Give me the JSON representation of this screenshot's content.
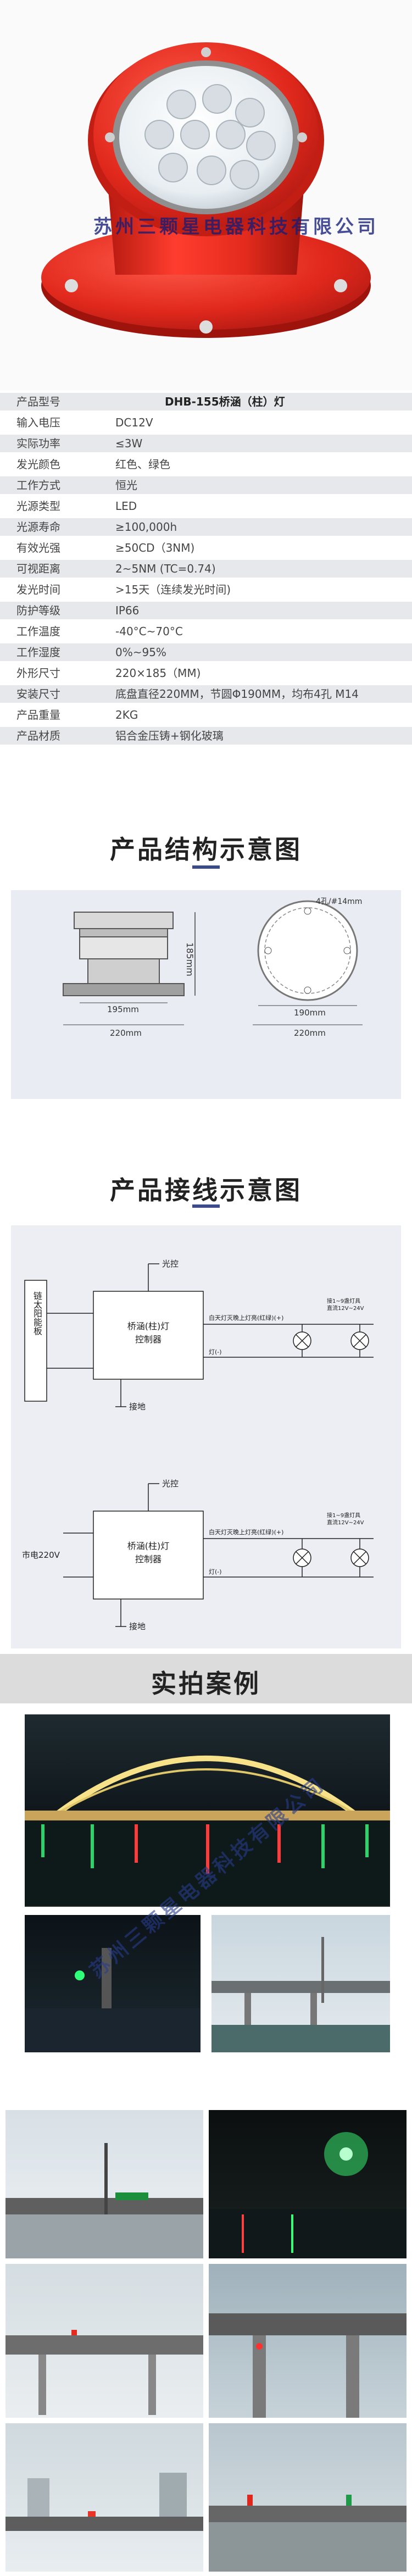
{
  "brand": {
    "watermark": "苏州三颗星电器科技有限公司",
    "watermark_photo": "苏州三颗星电器科技有限公司"
  },
  "specs": {
    "header": {
      "label": "产品型号",
      "value": "DHB-155桥涵（柱）灯"
    },
    "rows": [
      {
        "label": "输入电压",
        "value": "DC12V"
      },
      {
        "label": "实际功率",
        "value": "≤3W"
      },
      {
        "label": "发光颜色",
        "value": "红色、绿色"
      },
      {
        "label": "工作方式",
        "value": "恒光"
      },
      {
        "label": "光源类型",
        "value": "LED"
      },
      {
        "label": "光源寿命",
        "value": "≥100,000h"
      },
      {
        "label": "有效光强",
        "value": "≥50CD（3NM)"
      },
      {
        "label": "可视距离",
        "value": "2~5NM (TC=0.74)"
      },
      {
        "label": "发光时间",
        "value": ">15天（连续发光时间)"
      },
      {
        "label": "防护等级",
        "value": "IP66"
      },
      {
        "label": "工作温度",
        "value": "-40°C~70°C"
      },
      {
        "label": "工作湿度",
        "value": "0%~95%"
      },
      {
        "label": "外形尺寸",
        "value": "220×185（MM)"
      },
      {
        "label": "安装尺寸",
        "value": "底盘直径220MM，节圆Φ190MM，均布4孔 M14"
      },
      {
        "label": "产品重量",
        "value": "2KG"
      },
      {
        "label": "产品材质",
        "value": "铝合金压铸+钢化玻璃"
      }
    ]
  },
  "structure": {
    "title": "产品结构示意图",
    "dim_height": "185mm",
    "dim_inner": "195mm",
    "dim_base": "220mm",
    "dim_circle": "190mm",
    "dim_base2": "220mm",
    "hole_note": "4孔/#14mm"
  },
  "wiring": {
    "title": "产品接线示意图",
    "top": {
      "source": "链太阳能板",
      "sensor": "光控",
      "controller": "桥涵(柱)灯\n控制器",
      "ground": "接地",
      "line1": "白天灯灭晚上灯亮(红绿)(+)",
      "line2": "灯(-)",
      "light_note": "接1~9盏灯具\n直流12V~24V"
    },
    "bottom": {
      "source": "市电220V",
      "sensor": "光控",
      "controller": "桥涵(柱)灯\n控制器",
      "ground": "接地",
      "line1": "白天灯灭晚上灯亮(红绿)(+)",
      "line2": "灯(-)",
      "light_note": "接1~9盏灯具\n直流12V~24V"
    }
  },
  "cases": {
    "title": "实拍案例"
  }
}
